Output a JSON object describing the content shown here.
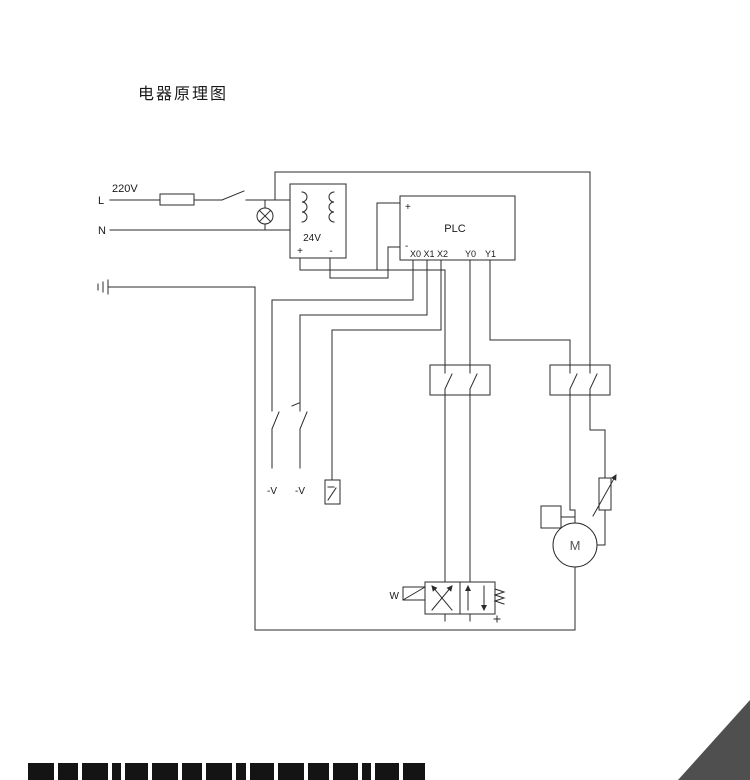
{
  "colors": {
    "background": "#ffffff",
    "line": "#2b2b2b",
    "text": "#1a1a1a",
    "corner_triangle": "#4f4f4f",
    "watermark": "#141414",
    "motor_label": "#555555"
  },
  "title": "电器原理图",
  "power": {
    "voltage": "220V",
    "live": "L",
    "neutral": "N"
  },
  "transformer": {
    "rating": "24V",
    "plus": "+",
    "minus": "-"
  },
  "plc": {
    "label": "PLC",
    "plus": "+",
    "minus": "-",
    "inputs": "X0 X1 X2",
    "output0": "Y0",
    "output1": "Y1"
  },
  "switches": {
    "v_label_1": "-V",
    "v_label_2": "-V"
  },
  "valve": {
    "solenoid_label": "W"
  },
  "motor": {
    "label": "M"
  }
}
